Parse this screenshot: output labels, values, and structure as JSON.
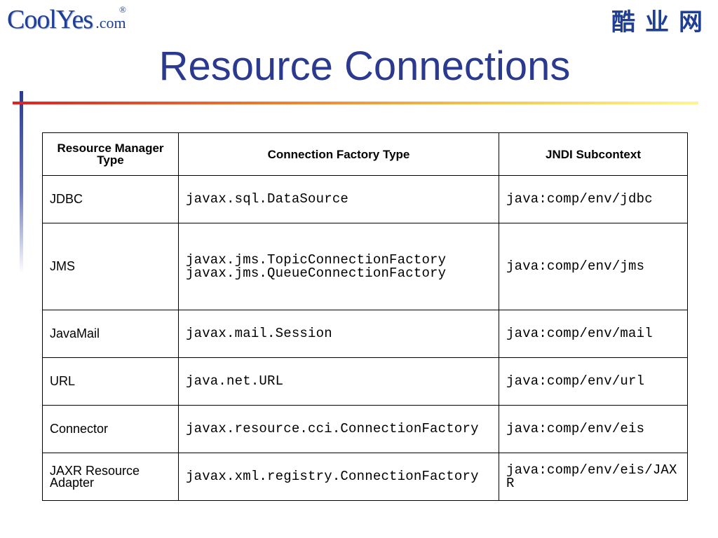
{
  "logo": {
    "main_text": "CoolYes",
    "registered_mark": "®",
    "domain_suffix": ".com"
  },
  "brand_cn": "酷业网",
  "title": "Resource Connections",
  "colors": {
    "title": "#2b3a8f",
    "logo_blue": "#1f3f95",
    "logo_yellow": "#e6b800",
    "accent_red": "#e02020",
    "accent_yellow": "#fff590"
  },
  "table": {
    "headers": [
      "Resource Manager Type",
      "Connection Factory Type",
      "JNDI Subcontext"
    ],
    "rows": [
      {
        "type": "JDBC",
        "factory": [
          "javax.sql.DataSource"
        ],
        "jndi": "java:comp/env/jdbc"
      },
      {
        "type": "JMS",
        "factory": [
          "javax.jms.TopicConnectionFactory",
          "javax.jms.QueueConnectionFactory"
        ],
        "jndi": "java:comp/env/jms"
      },
      {
        "type": "JavaMail",
        "factory": [
          "javax.mail.Session"
        ],
        "jndi": "java:comp/env/mail"
      },
      {
        "type": "URL",
        "factory": [
          "java.net.URL"
        ],
        "jndi": "java:comp/env/url"
      },
      {
        "type": "Connector",
        "factory": [
          "javax.resource.cci.ConnectionFactory"
        ],
        "jndi": "java:comp/env/eis"
      },
      {
        "type": "JAXR Resource Adapter",
        "factory": [
          "javax.xml.registry.ConnectionFactory"
        ],
        "jndi": "java:comp/env/eis/JAXR"
      }
    ]
  }
}
